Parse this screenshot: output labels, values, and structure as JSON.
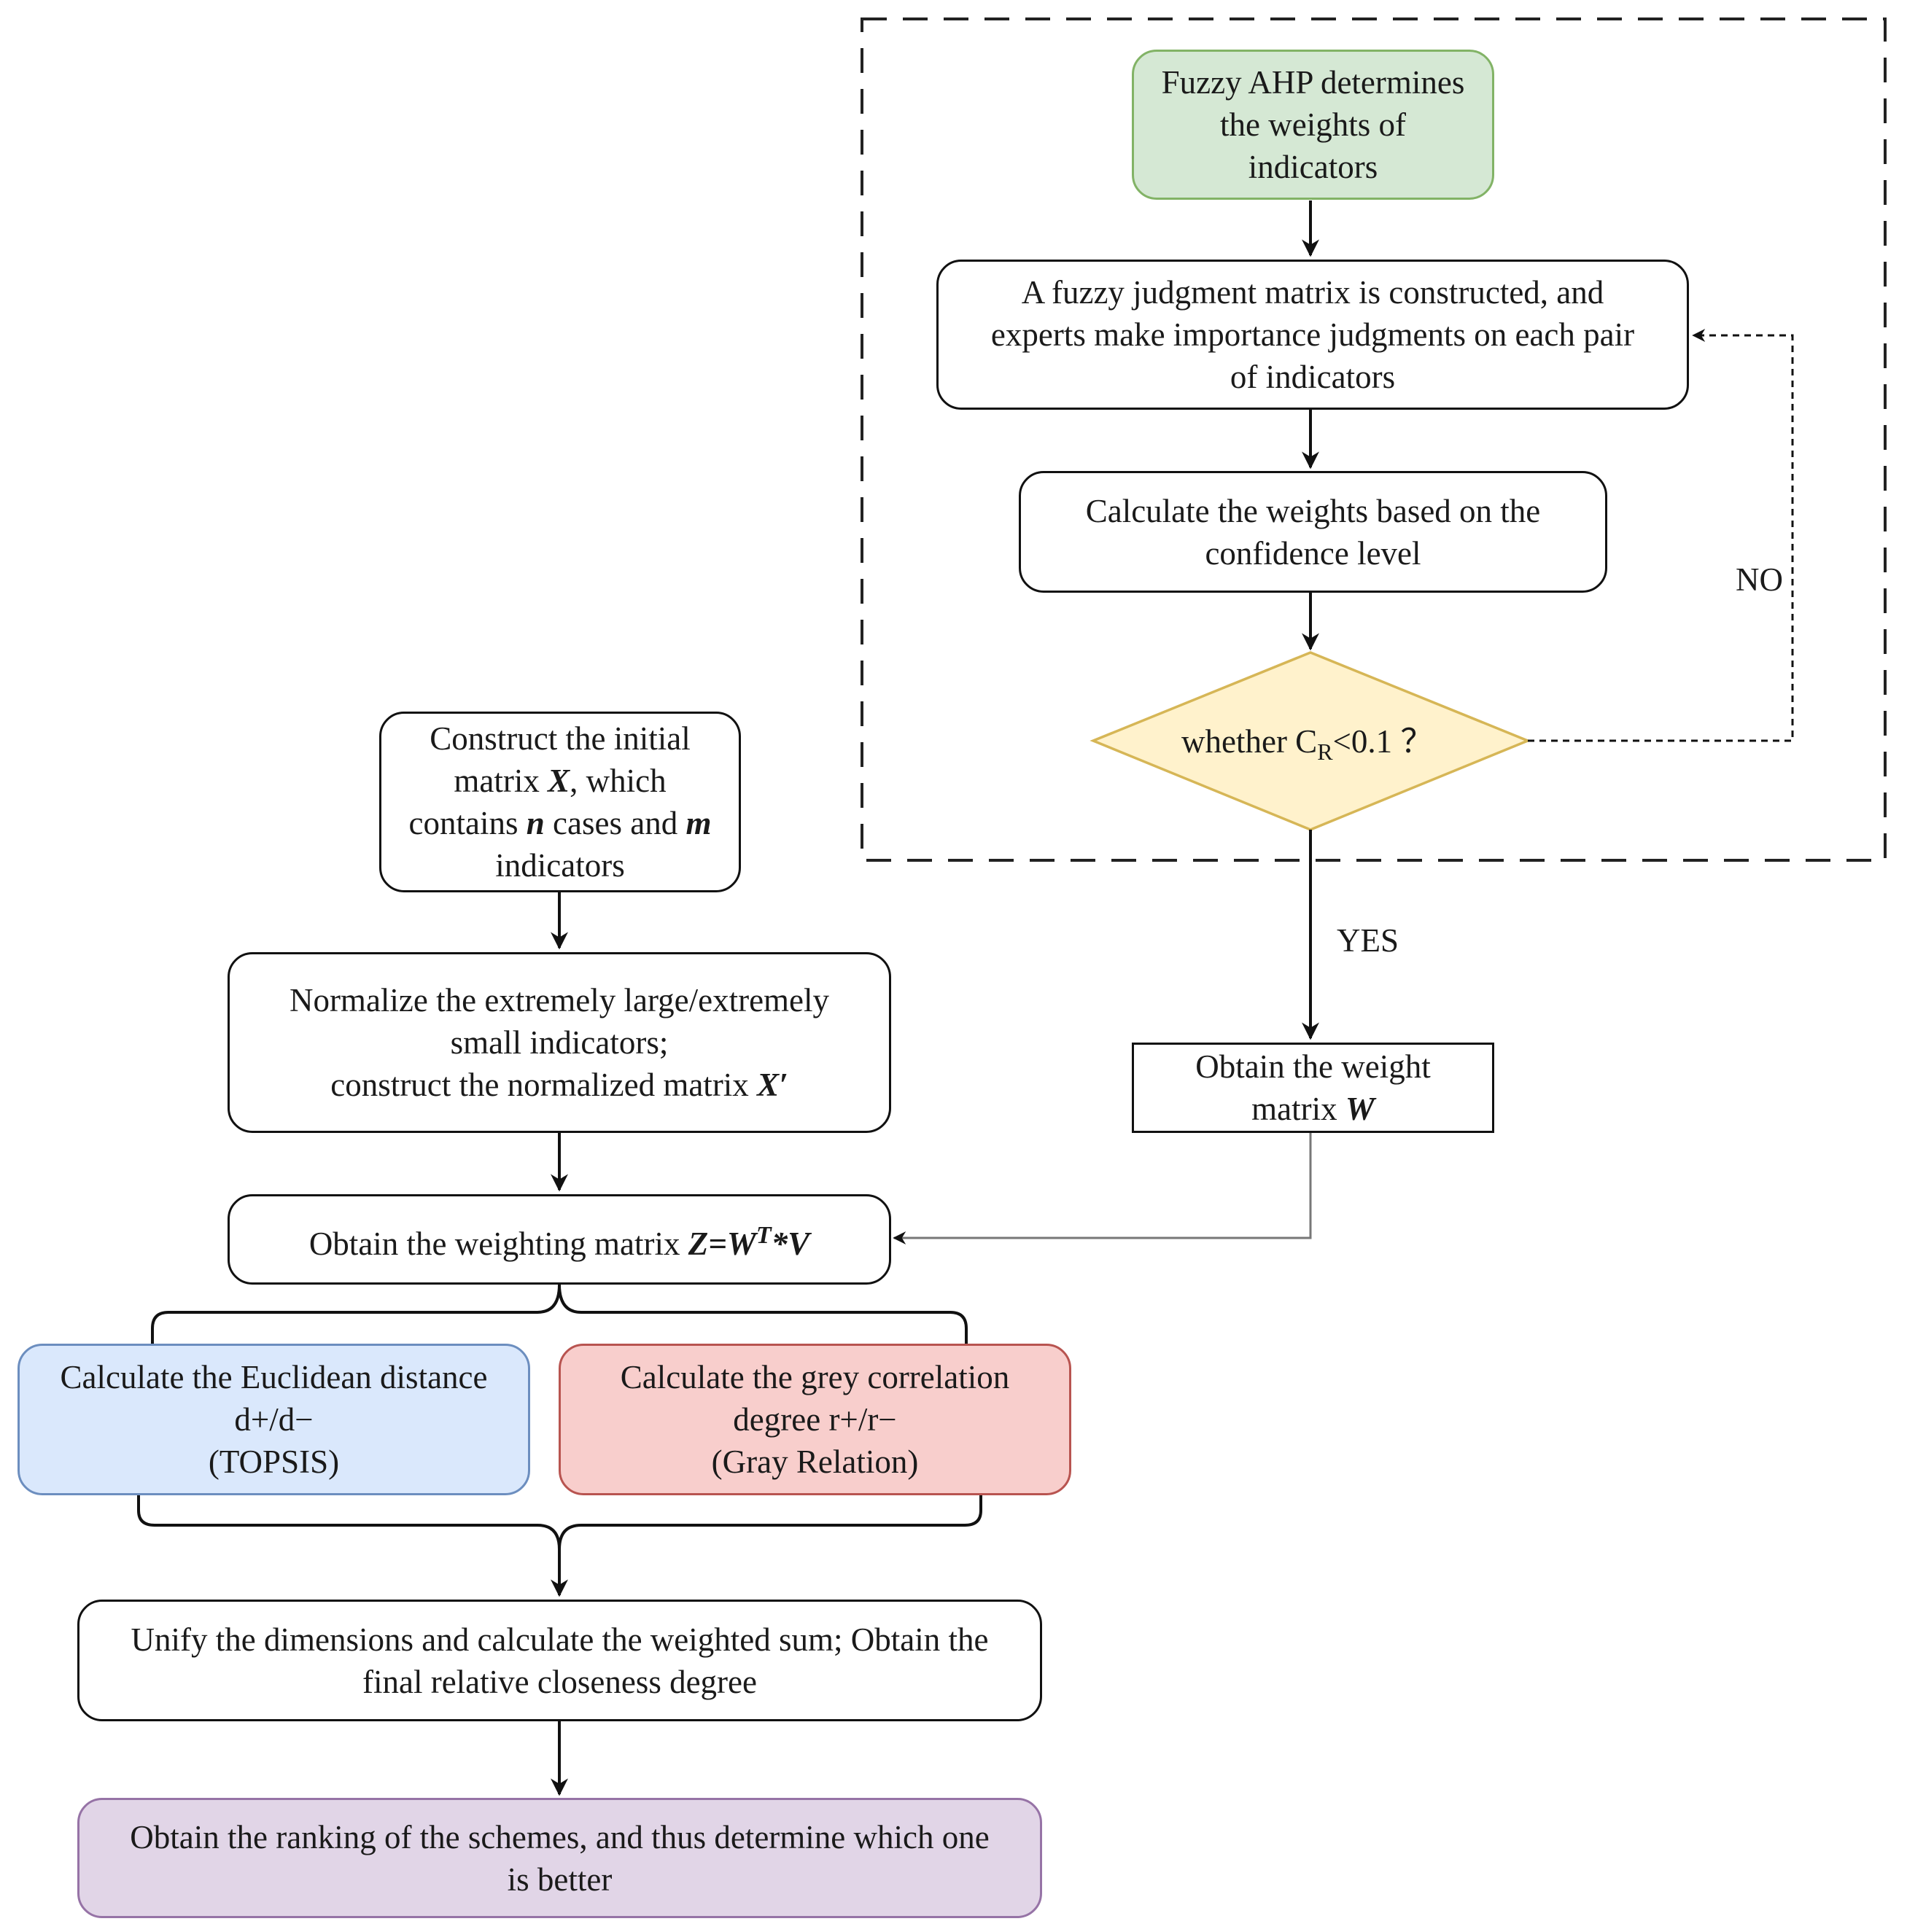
{
  "colors": {
    "green_fill": "#d5e8d4",
    "green_border": "#82b366",
    "yellow_fill": "#fff2cc",
    "yellow_border": "#d6b656",
    "blue_fill": "#dae8fc",
    "blue_border": "#6c8ebf",
    "red_fill": "#f8cecc",
    "red_border": "#b85450",
    "purple_fill": "#e1d5e7",
    "purple_border": "#9673a6"
  },
  "ahp": {
    "start": [
      "Fuzzy AHP determines",
      "the weights of",
      "indicators"
    ],
    "judgment": [
      "A fuzzy judgment matrix is constructed, and",
      "experts make importance judgments on each pair",
      "of indicators"
    ],
    "calc_weights": [
      "Calculate the weights based on the",
      "confidence level"
    ],
    "decision": {
      "prefix": "whether C",
      "subscript": "R",
      "suffix": "<0.1 ？"
    },
    "no_label": "NO",
    "yes_label": "YES",
    "weight_matrix": {
      "line1": "Obtain the weight",
      "line2_text": "matrix ",
      "line2_var": "W"
    }
  },
  "main": {
    "initial": {
      "line1": "Construct the initial",
      "line2_a": "matrix ",
      "line2_var": "X",
      "line2_b": ", which",
      "line3_a": "contains ",
      "line3_var1": "n",
      "line3_b": " cases and ",
      "line3_var2": "m",
      "line4": "indicators"
    },
    "normalize": {
      "line1": "Normalize the extremely large/extremely",
      "line2": "small indicators;",
      "line3_a": "construct the normalized matrix ",
      "line3_var": "X′"
    },
    "weighting": {
      "text": "Obtain the weighting matrix ",
      "var_a": "Z=W",
      "sup": "T",
      "var_b": "*V"
    },
    "topsis": [
      "Calculate the Euclidean distance",
      "d+/d−",
      "(TOPSIS)"
    ],
    "grey": [
      "Calculate the grey correlation",
      "degree r+/r−",
      "(Gray Relation)"
    ],
    "unify": [
      "Unify the dimensions and calculate the weighted sum; Obtain the",
      "final relative closeness degree"
    ],
    "ranking": [
      "Obtain the ranking of the schemes, and thus determine which one",
      "is better"
    ]
  }
}
